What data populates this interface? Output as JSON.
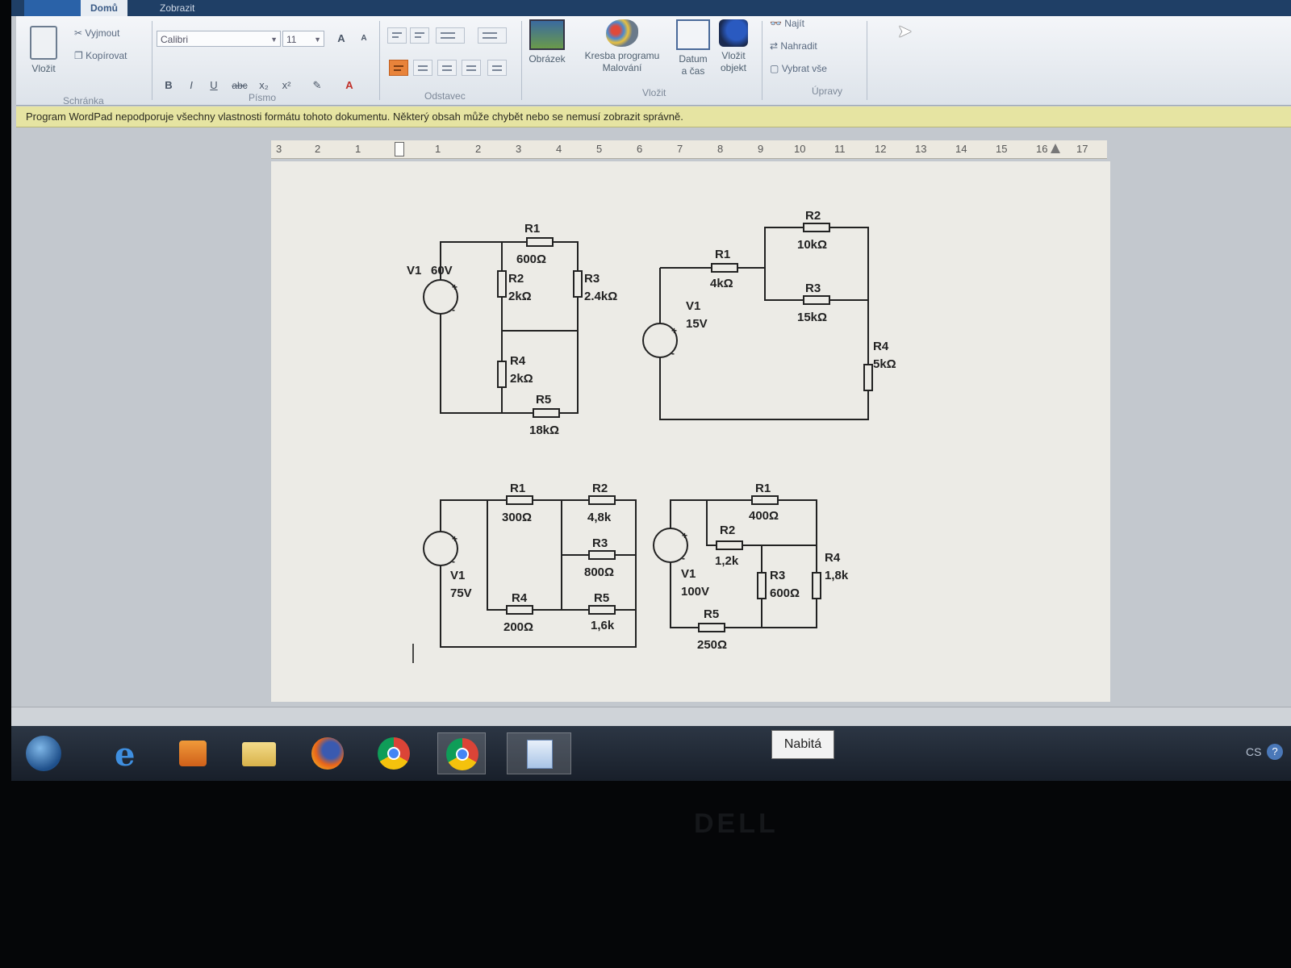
{
  "ribbon": {
    "tabs": [
      "Domů",
      "Zobrazit"
    ],
    "clipboard": {
      "paste": "Vložit",
      "cut": "Vyjmout",
      "copy": "Kopírovat",
      "label": "Schránka"
    },
    "font": {
      "family": "Calibri",
      "size": "11",
      "label": "Písmo",
      "bold": "B",
      "italic": "I",
      "underline": "U",
      "strike": "abc",
      "sub": "x₂",
      "sup": "x²",
      "grow": "A",
      "shrink": "A"
    },
    "paragraph": {
      "label": "Odstavec"
    },
    "insert": {
      "picture": "Obrázek",
      "paint_line1": "Kresba programu",
      "paint_line2": "Malování",
      "datetime_line1": "Datum",
      "datetime_line2": "a čas",
      "object_line1": "Vložit",
      "object_line2": "objekt",
      "label": "Vložit"
    },
    "editing": {
      "find": "Najít",
      "replace": "Nahradit",
      "select_all": "Vybrat vše",
      "label": "Úpravy"
    }
  },
  "infobar": {
    "message": "Program WordPad nepodporuje všechny vlastnosti formátu tohoto dokumentu. Některý obsah může chybět nebo se nemusí zobrazit správně."
  },
  "ruler": {
    "left_numbers": [
      "3",
      "2",
      "1"
    ],
    "right_numbers": [
      "1",
      "2",
      "3",
      "4",
      "5",
      "6",
      "7",
      "8",
      "9",
      "10",
      "11",
      "12",
      "13",
      "14",
      "15",
      "16",
      "17"
    ]
  },
  "circuits": {
    "c1": {
      "v_name": "V1",
      "v_value": "60V",
      "r1": "R1",
      "r1v": "600Ω",
      "r2": "R2",
      "r2v": "2kΩ",
      "r3": "R3",
      "r3v": "2.4kΩ",
      "r4": "R4",
      "r4v": "2kΩ",
      "r5": "R5",
      "r5v": "18kΩ"
    },
    "c2": {
      "v_name": "V1",
      "v_value": "15V",
      "r1": "R1",
      "r1v": "4kΩ",
      "r2": "R2",
      "r2v": "10kΩ",
      "r3": "R3",
      "r3v": "15kΩ",
      "r4": "R4",
      "r4v": "5kΩ"
    },
    "c3": {
      "v_name": "V1",
      "v_value": "75V",
      "r1": "R1",
      "r1v": "300Ω",
      "r2": "R2",
      "r2v": "4,8k",
      "r3": "R3",
      "r3v": "800Ω",
      "r4": "R4",
      "r4v": "200Ω",
      "r5": "R5",
      "r5v": "1,6k"
    },
    "c4": {
      "v_name": "V1",
      "v_value": "100V",
      "r1": "R1",
      "r1v": "400Ω",
      "r2": "R2",
      "r2v": "1,2k",
      "r3": "R3",
      "r3v": "600Ω",
      "r4": "R4",
      "r4v": "1,8k",
      "r5": "R5",
      "r5v": "250Ω"
    }
  },
  "taskbar": {
    "tooltip": "Nabitá",
    "language": "CS"
  },
  "bezel": {
    "logo": "DELL"
  }
}
